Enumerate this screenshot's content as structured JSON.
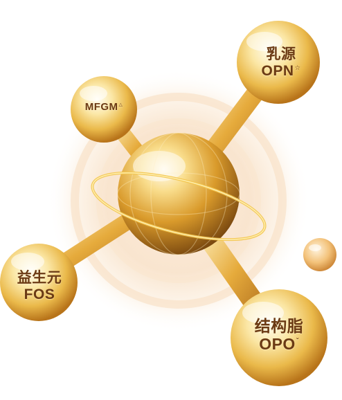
{
  "colors": {
    "gold_light": "#fff6d8",
    "gold_mid": "#f2c55a",
    "gold_deep": "#b8741a",
    "label_brown": "#6b3a14",
    "halo": "#f6d9b8"
  },
  "nodes": {
    "mfgm": {
      "line1": "MFGM",
      "mark": "△"
    },
    "opn": {
      "line1": "乳源",
      "line2": "OPN",
      "mark": "☆"
    },
    "fos": {
      "line1": "益生元",
      "line2": "FOS"
    },
    "opo": {
      "line1": "结构脂",
      "line2": "OPO",
      "mark": "ˇ"
    }
  }
}
